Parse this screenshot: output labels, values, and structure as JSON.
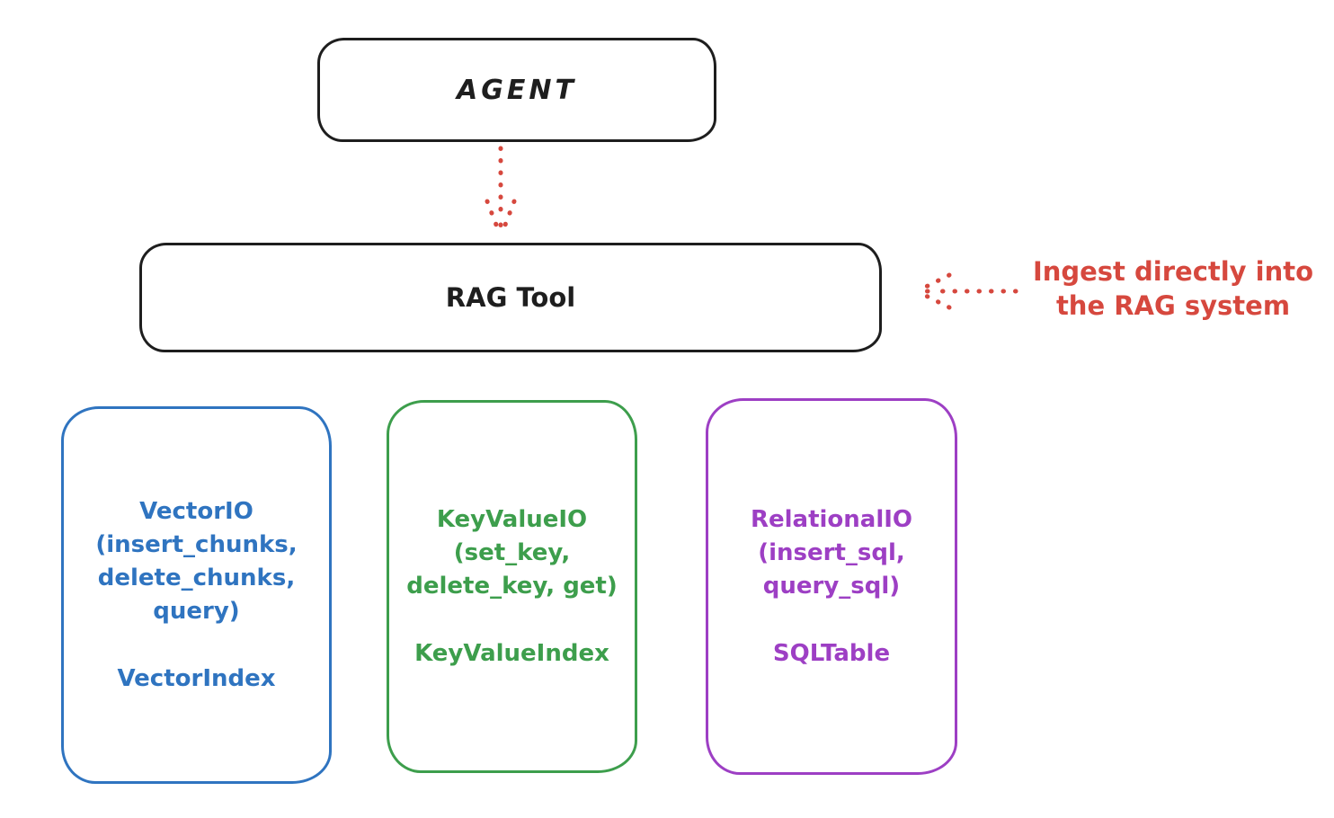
{
  "agent_box": {
    "label": "AGENT",
    "stroke": "#1e1e1e"
  },
  "rag_box": {
    "label": "RAG Tool",
    "stroke": "#1e1e1e"
  },
  "flow_arrow": {
    "description": "agent-to-rag-dotted-arrow",
    "color": "#d6483e"
  },
  "ingest_annotation": {
    "line1": "Ingest directly into",
    "line2": "the RAG system",
    "color": "#d6483e",
    "arrow_direction": "left-into-rag-tool"
  },
  "storage_boxes": [
    {
      "id": "vector-io",
      "title": "VectorIO",
      "methods_lines": [
        "(insert_chunks,",
        "delete_chunks,",
        "query)"
      ],
      "index_label": "VectorIndex",
      "color": "#2f74c0"
    },
    {
      "id": "keyvalue-io",
      "title": "KeyValueIO",
      "methods_lines": [
        "(set_key,",
        "delete_key, get)"
      ],
      "index_label": "KeyValueIndex",
      "color": "#3d9e4c"
    },
    {
      "id": "relational-io",
      "title": "RelationalIO",
      "methods_lines": [
        "(insert_sql,",
        "query_sql)"
      ],
      "index_label": "SQLTable",
      "color": "#9d3fc4"
    }
  ]
}
